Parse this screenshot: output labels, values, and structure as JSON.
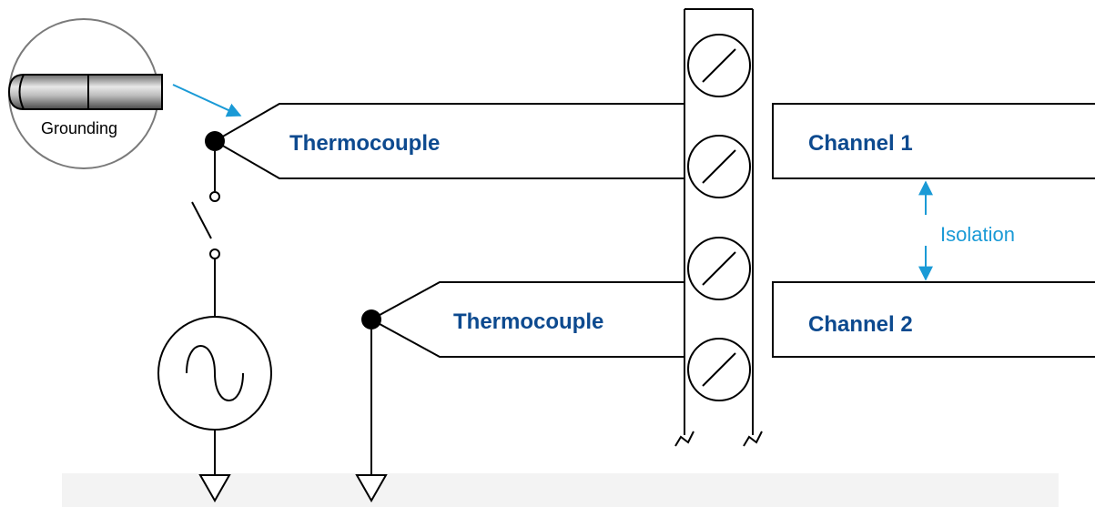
{
  "colors": {
    "line": "#000000",
    "label_blue": "#0d4a8f",
    "accent_cyan": "#1a9ad6",
    "band": "#f3f3f3"
  },
  "labels": {
    "thermocouple_1": "Thermocouple",
    "thermocouple_2": "Thermocouple",
    "channel_1": "Channel 1",
    "channel_2": "Channel 2",
    "isolation": "Isolation",
    "grounding": "Grounding"
  },
  "icons": {
    "ac_source": "ac-source-icon",
    "ground": "ground-symbol-icon",
    "switch": "switch-icon",
    "screw_terminal": "screw-terminal-icon",
    "probe": "thermocouple-probe-icon"
  }
}
